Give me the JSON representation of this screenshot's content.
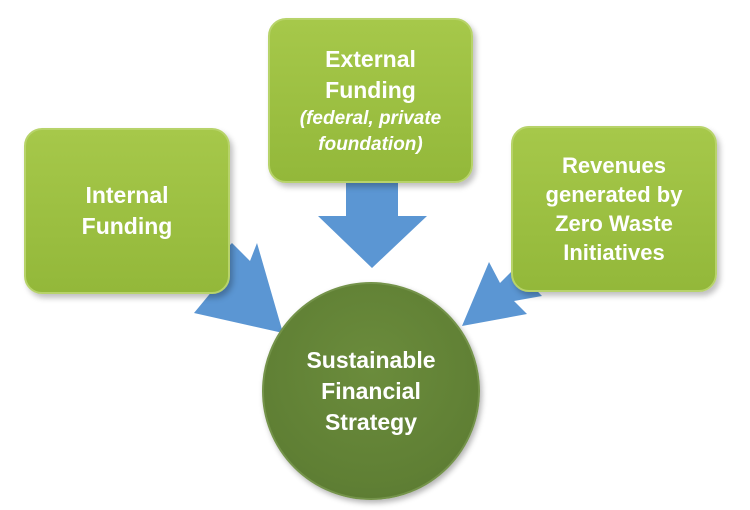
{
  "colors": {
    "box_fill": "#9bbf40",
    "circle_fill": "#62823a",
    "arrow_fill": "#5b96d3",
    "text": "#ffffff"
  },
  "boxes": {
    "external": {
      "lines": [
        "External",
        "Funding"
      ],
      "sub_lines": [
        "(federal, private",
        "foundation)"
      ]
    },
    "internal": {
      "lines": [
        "Internal",
        "Funding"
      ]
    },
    "revenues": {
      "lines": [
        "Revenues",
        "generated by",
        "Zero Waste",
        "Initiatives"
      ]
    }
  },
  "center": {
    "lines": [
      "Sustainable",
      "Financial",
      "Strategy"
    ]
  },
  "arrows": [
    {
      "from": "internal",
      "to": "center",
      "icon": "arrow-icon"
    },
    {
      "from": "external",
      "to": "center",
      "icon": "arrow-icon"
    },
    {
      "from": "revenues",
      "to": "center",
      "icon": "arrow-icon"
    }
  ]
}
